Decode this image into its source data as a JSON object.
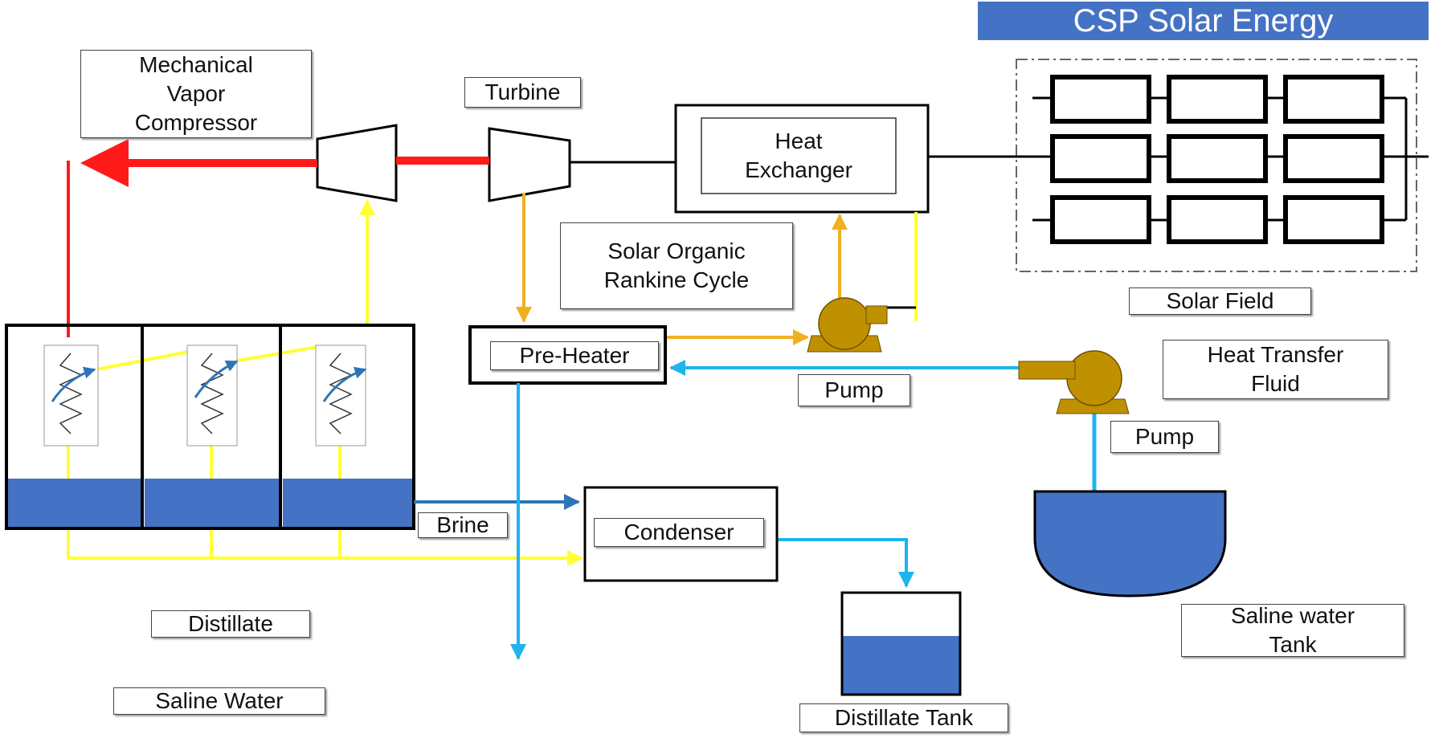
{
  "title": "CSP Solar Energy",
  "labels": {
    "mvc": "Mechanical\nVapor\nCompressor",
    "turbine": "Turbine",
    "heat_exchanger": "Heat\nExchanger",
    "orc": "Solar Organic\nRankine Cycle",
    "pre_heater": "Pre-Heater",
    "pump_center": "Pump",
    "pump_right": "Pump",
    "htf": "Heat Transfer\nFluid",
    "solar_field": "Solar Field",
    "brine": "Brine",
    "condenser": "Condenser",
    "distillate": "Distillate",
    "saline_water": "Saline Water",
    "distillate_tank": "Distillate Tank",
    "saline_tank": "Saline water\nTank"
  },
  "colors": {
    "steam": "#ff1a1a",
    "vapor": "#ffff33",
    "orc_fluid": "#f0b020",
    "water": "#1eb4ee",
    "brine_arrow": "#2e75b6",
    "liquid": "#4472c4",
    "pump": "#bf9000"
  }
}
